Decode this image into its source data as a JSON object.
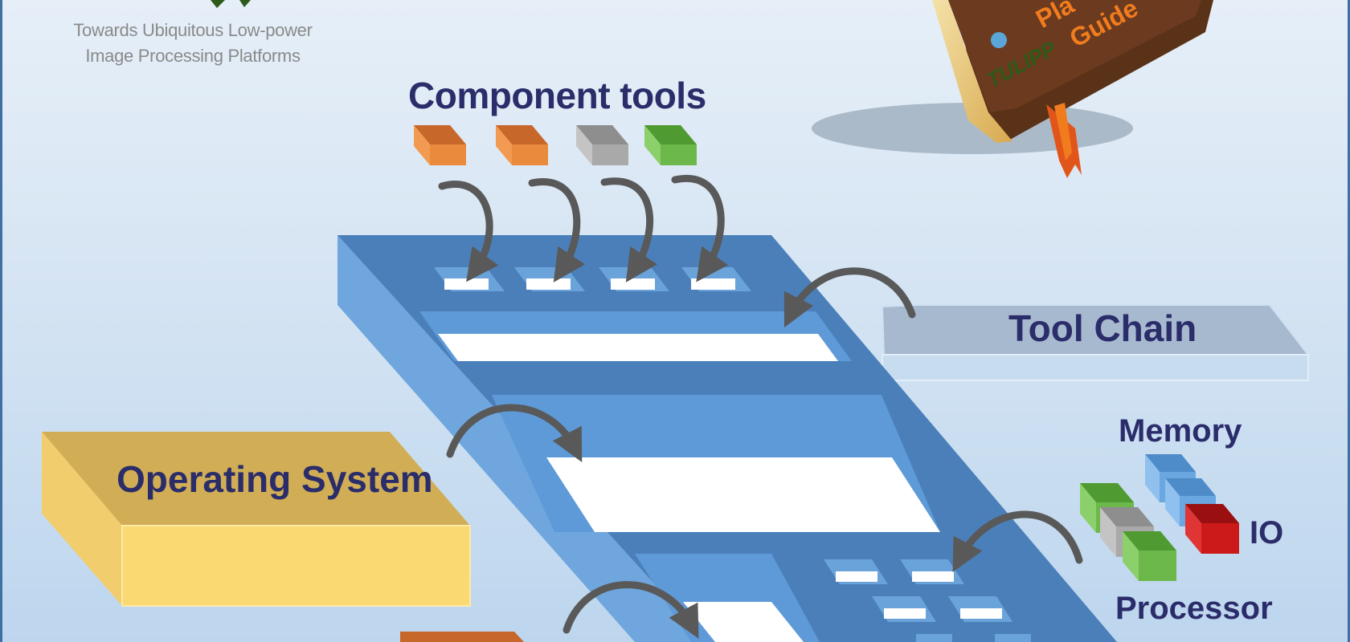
{
  "tagline": {
    "line1": "Towards Ubiquitous Low-power",
    "line2": "Image Processing Platforms"
  },
  "book": {
    "line1": "Pla",
    "line2": "Guide",
    "logo": "TULIPP"
  },
  "labels": {
    "component_tools": "Component tools",
    "tool_chain": "Tool Chain",
    "operating_system": "Operating System",
    "memory": "Memory",
    "io": "IO",
    "processor": "Processor"
  },
  "colors": {
    "board_dark": "#4a7fba",
    "board_light": "#5e9ad8",
    "title_text": "#2b2d6a",
    "orange_block": "#e98a3d",
    "gray_block": "#a9a9a9",
    "green_block": "#6db84a",
    "blue_block": "#6aa6e0",
    "red_block": "#cc1a1a",
    "os_box": "#fbd972",
    "toolchain_box": "#a7b9cf",
    "book_cover": "#6b3a1f",
    "bookmark": "#e2551a"
  },
  "icons": {
    "arrow": "curved-arrow-icon",
    "block": "cube-block-icon",
    "book": "platform-guide-book-icon"
  }
}
